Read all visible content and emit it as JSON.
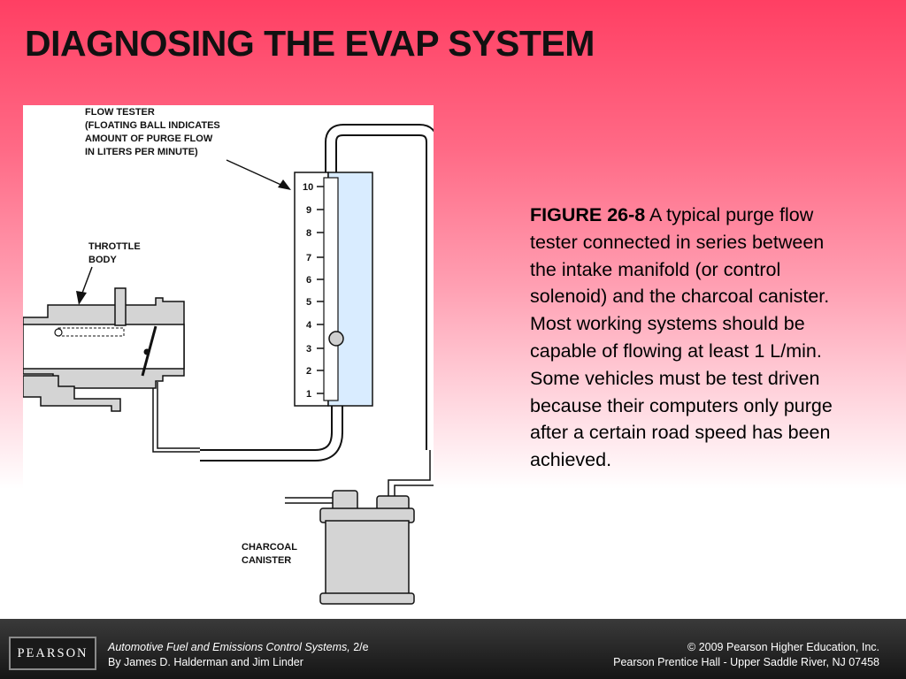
{
  "slide": {
    "title": "DIAGNOSING THE EVAP SYSTEM"
  },
  "figure": {
    "labels": {
      "flow_tester": [
        "FLOW TESTER",
        "(FLOATING BALL INDICATES",
        "AMOUNT OF PURGE FLOW",
        "IN LITERS PER MINUTE)"
      ],
      "throttle_body": [
        "THROTTLE",
        "BODY"
      ],
      "charcoal_canister": [
        "CHARCOAL",
        "CANISTER"
      ]
    },
    "scale": [
      "10",
      "9",
      "8",
      "7",
      "6",
      "5",
      "4",
      "3",
      "2",
      "1"
    ],
    "colors": {
      "tube_fill": "#d9ecff",
      "device_fill": "#d4d4d4"
    }
  },
  "caption": {
    "figure_label": "FIGURE 26-8",
    "text": " A typical purge flow tester connected in series between the intake manifold (or control solenoid) and the charcoal canister. Most working systems should be capable of flowing at least 1 L/min. Some vehicles must be test driven because their computers only purge after a certain road speed has been achieved."
  },
  "footer": {
    "logo": "PEARSON",
    "book_title": "Automotive Fuel and Emissions Control Systems,",
    "edition": " 2/e",
    "authors": "By James D. Halderman and Jim Linder",
    "copyright": "© 2009 Pearson Higher Education, Inc.",
    "publisher": "Pearson Prentice Hall - Upper Saddle River, NJ 07458"
  }
}
